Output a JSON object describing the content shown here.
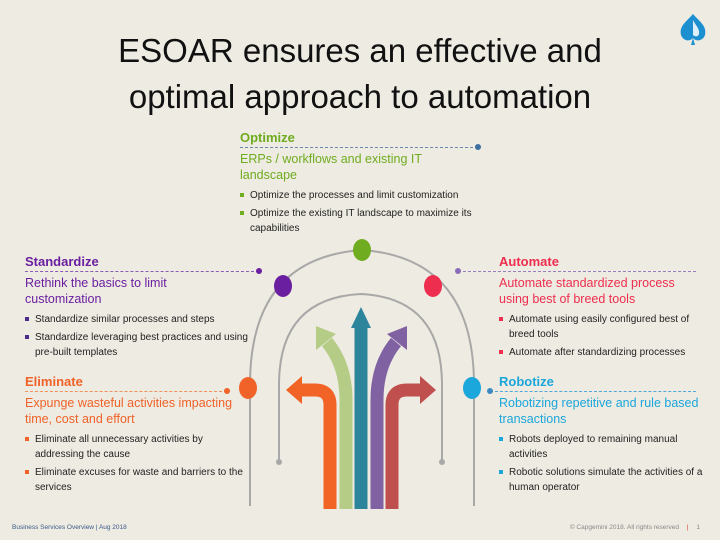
{
  "title_line1": "ESOAR ensures an effective and",
  "title_line2": "optimal approach to automation",
  "logo": "Capgemini spade logo",
  "colors": {
    "optimize": "#6FAC1F",
    "standardize": "#6A1FA0",
    "automate": "#EE2E4E",
    "eliminate": "#F06228",
    "robotize": "#1BA6DC"
  },
  "sections": {
    "optimize": {
      "title": "Optimize",
      "subtitle": "ERPs / workflows and existing IT landscape",
      "bullets": [
        "Optimize the processes and limit customization",
        "Optimize the existing IT landscape to maximize its capabilities"
      ]
    },
    "standardize": {
      "title": "Standardize",
      "subtitle": "Rethink the basics to limit customization",
      "bullets": [
        "Standardize similar processes and steps",
        "Standardize leveraging best practices and using pre-built templates"
      ]
    },
    "automate": {
      "title": "Automate",
      "subtitle": "Automate standardized process using best of breed tools",
      "bullets": [
        "Automate using easily configured best of breed tools",
        "Automate after standardizing processes"
      ]
    },
    "eliminate": {
      "title": "Eliminate",
      "subtitle": "Expunge wasteful activities impacting time, cost and effort",
      "bullets": [
        "Eliminate all unnecessary activities by addressing the cause",
        "Eliminate excuses for waste and barriers to the services"
      ]
    },
    "robotize": {
      "title": "Robotize",
      "subtitle": "Robotizing repetitive and rule based transactions",
      "bullets": [
        "Robots deployed to remaining manual activities",
        "Robotic solutions simulate the activities of a human operator"
      ]
    }
  },
  "footer": {
    "left": "Business Services Overview | Aug 2018",
    "right": "© Capgemini 2018. All rights reserved",
    "sep": "|",
    "page": "1"
  }
}
